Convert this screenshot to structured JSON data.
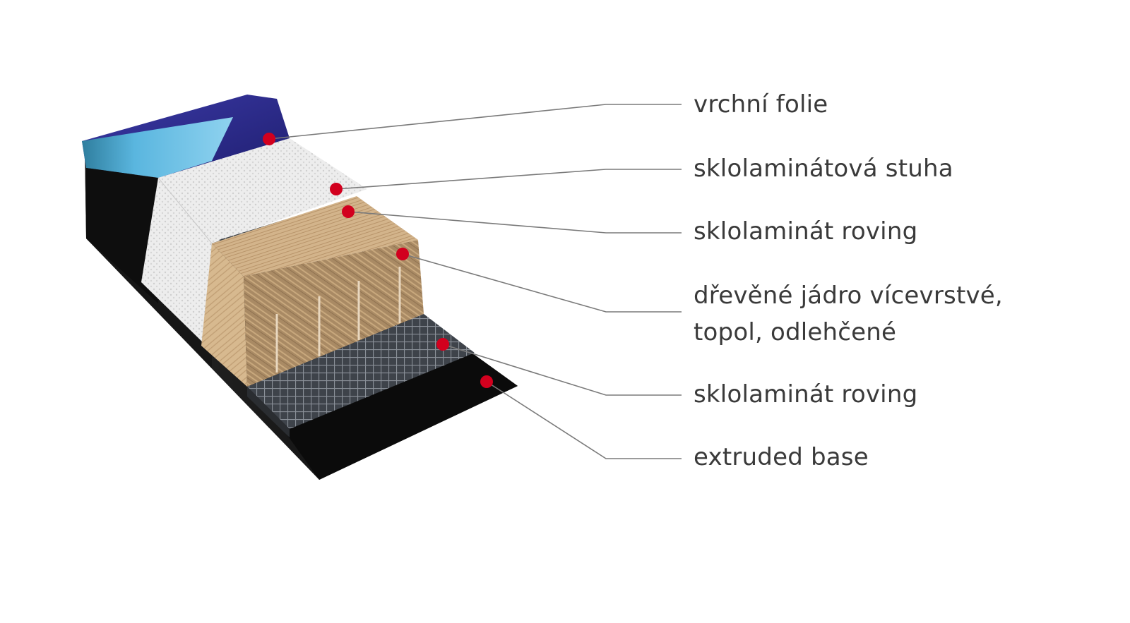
{
  "diagram": {
    "colors": {
      "marker": "#d2001e",
      "leader_line": "#7a7a7a",
      "label_text": "#3a3a3a",
      "top_foil_dark": "#2b2a8f",
      "top_foil_light": "#5ab6df",
      "fiberglass_ribbon": "#ebebeb",
      "fiberglass_roving": "#4a4f55",
      "wood_core": "#c9a77e",
      "base": "#111111"
    },
    "layers": [
      {
        "id": "top-foil",
        "lines": [
          "vrchní folie"
        ]
      },
      {
        "id": "fiberglass-ribbon",
        "lines": [
          "sklolaminátová stuha"
        ]
      },
      {
        "id": "fiberglass-roving-top",
        "lines": [
          "sklolaminát roving"
        ]
      },
      {
        "id": "wood-core",
        "lines": [
          "dřevěné jádro vícevrstvé,",
          "topol, odlehčené"
        ]
      },
      {
        "id": "fiberglass-roving-bottom",
        "lines": [
          "sklolaminát roving"
        ]
      },
      {
        "id": "base",
        "lines": [
          "extruded base"
        ]
      }
    ]
  }
}
